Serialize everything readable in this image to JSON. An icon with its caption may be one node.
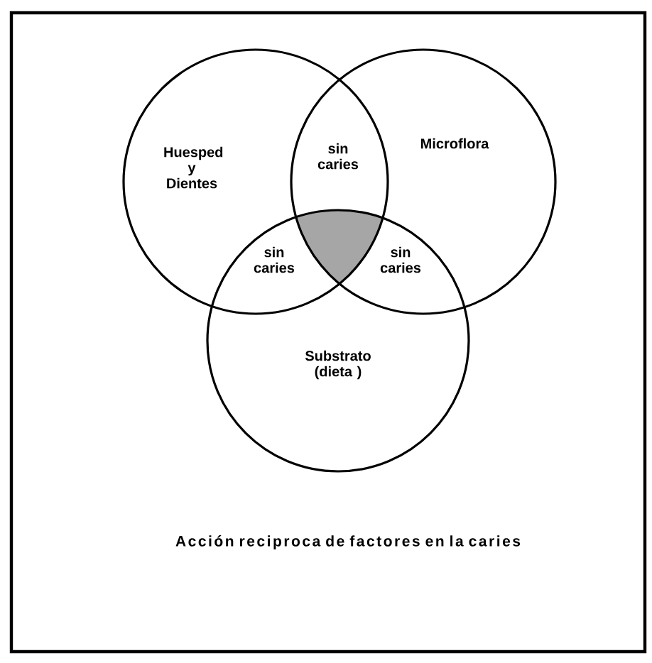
{
  "diagram": {
    "caption": "Acción reciproca de factores en la caries",
    "nodes": [
      {
        "text": [
          "Huesped y Dientes"
        ]
      },
      {
        "text": [
          "Microflora"
        ]
      },
      {
        "text": [
          "Substrato (dieta )"
        ]
      }
    ],
    "labels": [
      "sin caries",
      "sin caries",
      "sin caries"
    ]
  }
}
